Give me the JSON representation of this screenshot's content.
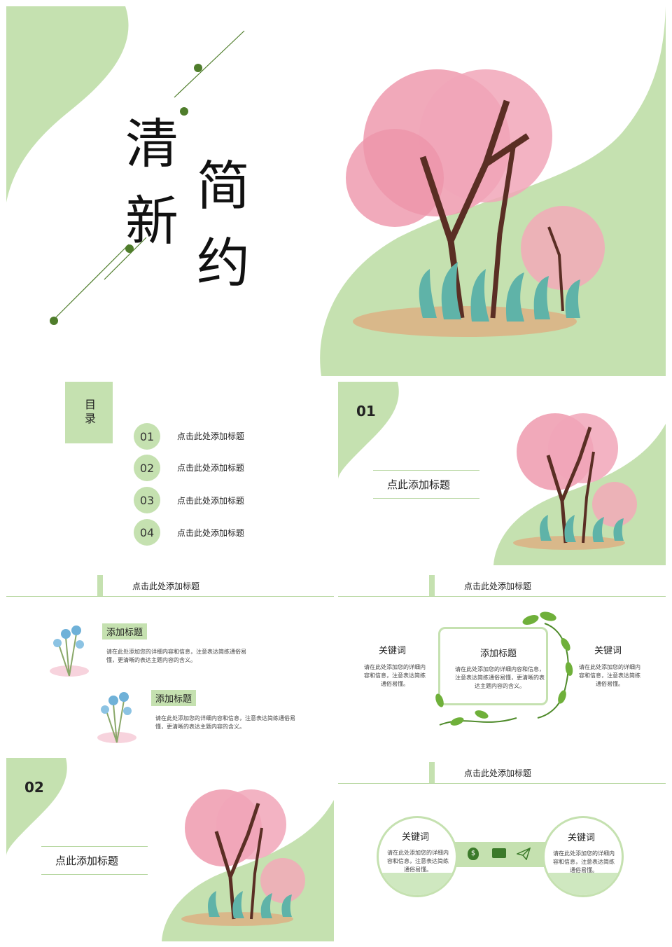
{
  "cover": {
    "chars": [
      "清",
      "新",
      "简",
      "约"
    ]
  },
  "toc": {
    "heading": "目录",
    "items": [
      {
        "num": "01",
        "label": "点击此处添加标题"
      },
      {
        "num": "02",
        "label": "点击此处添加标题"
      },
      {
        "num": "03",
        "label": "点击此处添加标题"
      },
      {
        "num": "04",
        "label": "点击此处添加标题"
      }
    ]
  },
  "section1": {
    "num": "01",
    "title": "点此添加标题"
  },
  "section2": {
    "num": "02",
    "title": "点此添加标题"
  },
  "slide_flowers": {
    "header": "点击此处添加标题",
    "items": [
      {
        "title": "添加标题",
        "body": "请在此处添加您的详细内容和信息，注意表达简练通俗易懂，更清晰的表达主题内容的含义。"
      },
      {
        "title": "添加标题",
        "body": "请在此处添加您的详细内容和信息，注意表达简练通俗易懂，更清晰的表达主题内容的含义。"
      }
    ]
  },
  "slide_frame": {
    "header": "点击此处添加标题",
    "left_kw": "关键词",
    "left_body": "请在此处添加您的详细内容和信息，注意表达简练通俗易懂。",
    "center_title": "添加标题",
    "center_body": "请在此处添加您的详细内容和信息，注意表达简练通俗易懂，更清晰的表达主题内容的含义。",
    "right_kw": "关键词",
    "right_body": "请在此处添加您的详细内容和信息，注意表达简练通俗易懂。"
  },
  "slide_circles": {
    "header": "点击此处添加标题",
    "left_kw": "关键词",
    "left_body": "请在此处添加您的详细内容和信息，注意表达简练通俗易懂。",
    "right_kw": "关键词",
    "right_body": "请在此处添加您的详细内容和信息，注意表达简练通俗易懂。"
  },
  "colors": {
    "accent": "#c5e1b0",
    "dark_green": "#4f7d2b",
    "pink": "#e88aa0",
    "teal": "#5fb3a8"
  }
}
